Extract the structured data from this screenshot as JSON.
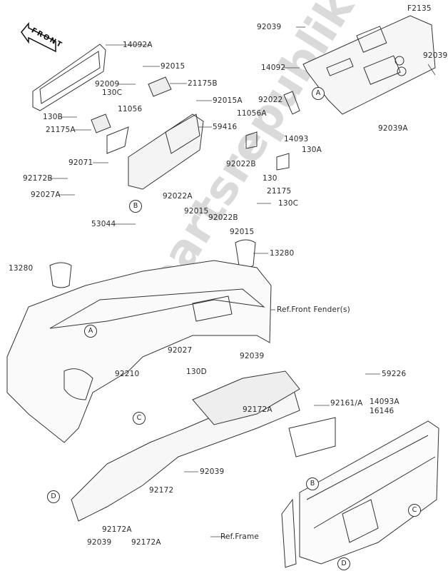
{
  "diagram_id": "F2135",
  "front_arrow": "FRONT",
  "watermark": "partsrepublik",
  "callouts": [
    "92039",
    "14092A",
    "92015",
    "14092",
    "92039",
    "92009",
    "21175B",
    "130C",
    "92022",
    "92015A",
    "130B",
    "11056",
    "11056A",
    "14093",
    "21175A",
    "59416",
    "92039A",
    "130A",
    "92071",
    "92022B",
    "130",
    "92172B",
    "92027A",
    "21175",
    "92022A",
    "130C",
    "92015",
    "92022B",
    "92015",
    "53044",
    "13280",
    "13280",
    "Ref.Front Fender(s)",
    "92027",
    "92039",
    "130D",
    "59226",
    "92210",
    "92161/A",
    "14093A",
    "16146",
    "92172A",
    "92039",
    "92172",
    "92172A",
    "92039",
    "92172A",
    "Ref.Frame"
  ],
  "refs": [
    "A",
    "A",
    "B",
    "B",
    "C",
    "C",
    "D",
    "D"
  ]
}
